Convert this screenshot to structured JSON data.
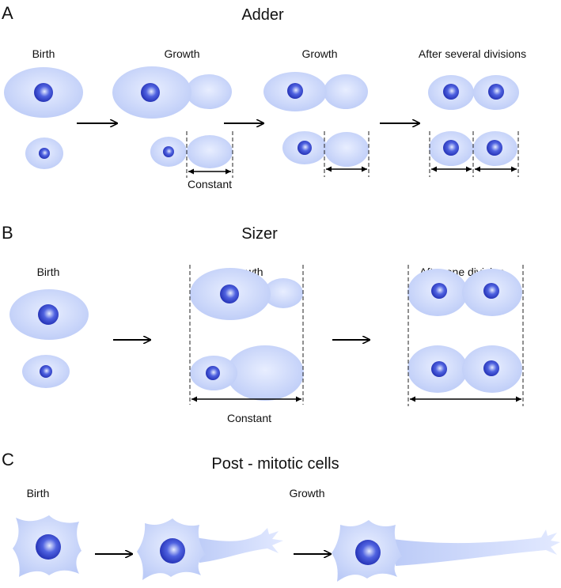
{
  "panels": {
    "a": {
      "letter": "A",
      "title": "Adder",
      "stages": [
        "Birth",
        "Growth",
        "Growth",
        "After several divisions"
      ],
      "constant_label": "Constant"
    },
    "b": {
      "letter": "B",
      "title": "Sizer",
      "stages": [
        "Birth",
        "Growth",
        "After one division"
      ],
      "constant_label": "Constant"
    },
    "c": {
      "letter": "C",
      "title": "Post - mitotic cells",
      "stages": [
        "Birth",
        "Growth"
      ]
    }
  },
  "colors": {
    "cell_fill": "#c3d0f8",
    "cell_edge": "#aebff2",
    "nucleus_core": "#e6ecff",
    "nucleus_mid": "#4f62e0",
    "nucleus_edge": "#1f2cb0",
    "arrow": "#000000"
  }
}
